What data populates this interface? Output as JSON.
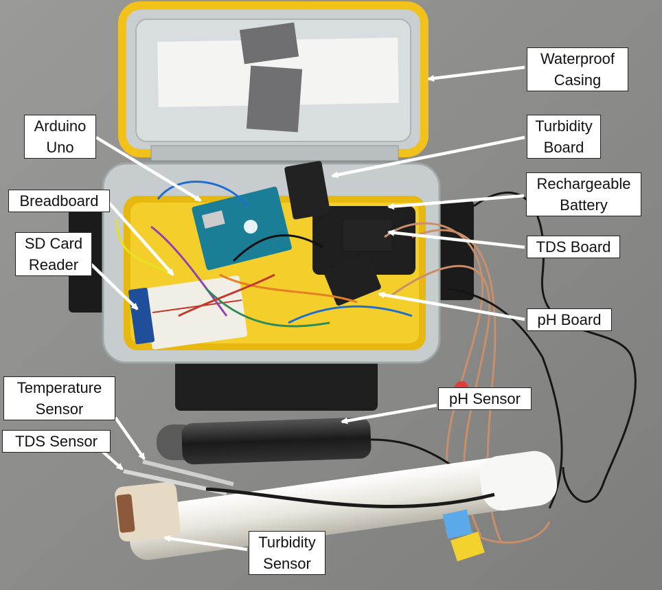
{
  "annotations": [
    {
      "id": "waterproof-casing",
      "lines": [
        "Waterproof",
        "Casing"
      ]
    },
    {
      "id": "arduino-uno",
      "lines": [
        "Arduino",
        "Uno"
      ]
    },
    {
      "id": "turbidity-board",
      "lines": [
        "Turbidity",
        "Board"
      ]
    },
    {
      "id": "rechargeable-battery",
      "lines": [
        "Rechargeable",
        "Battery"
      ]
    },
    {
      "id": "breadboard",
      "lines": [
        "Breadboard"
      ]
    },
    {
      "id": "sd-card-reader",
      "lines": [
        "SD Card",
        "Reader"
      ]
    },
    {
      "id": "tds-board",
      "lines": [
        "TDS Board"
      ]
    },
    {
      "id": "ph-board",
      "lines": [
        "pH Board"
      ]
    },
    {
      "id": "temperature-sensor",
      "lines": [
        "Temperature",
        "Sensor"
      ]
    },
    {
      "id": "ph-sensor",
      "lines": [
        "pH Sensor"
      ]
    },
    {
      "id": "tds-sensor",
      "lines": [
        "TDS  Sensor"
      ]
    },
    {
      "id": "turbidity-sensor",
      "lines": [
        "Turbidity",
        "Sensor"
      ]
    }
  ],
  "colors": {
    "background": "#8f8f8d",
    "case_yellow": "#f2c21a",
    "case_clear": "#cfd6d8",
    "label_bg": "#ffffff",
    "arrow": "#ffffff"
  }
}
